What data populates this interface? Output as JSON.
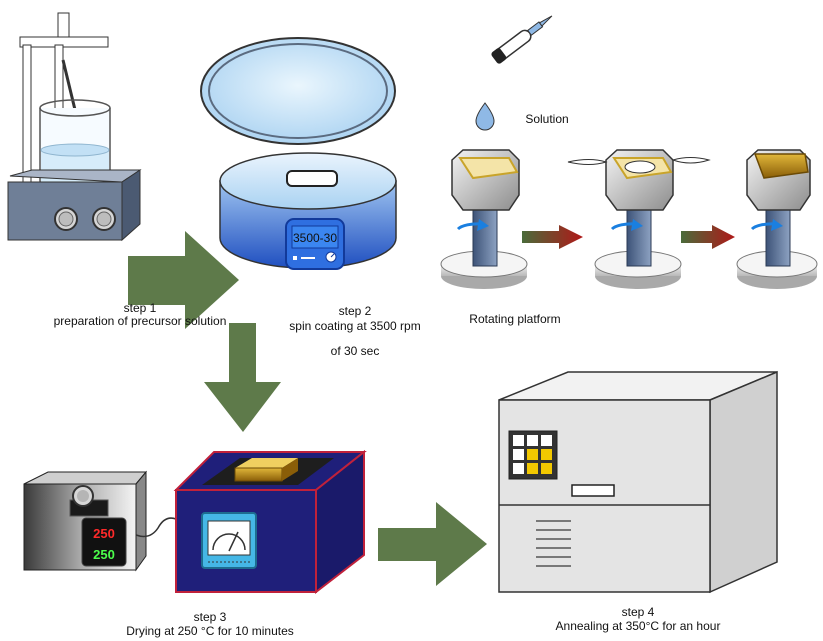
{
  "colors": {
    "arrow_green": "#5e7a4a",
    "beaker_base": "#6f7f97",
    "spin_blue": "#2f5ec8",
    "drying_box": "#1f1f7a",
    "drying_border": "#c0213b",
    "gold": "#b8860b",
    "furnace_grey": "#e2e2e2",
    "led_red": "#ff2a2a",
    "led_green": "#4cff4c",
    "keypad_yellow": "#f2c800"
  },
  "icons": {
    "hotplate_stirrer": "magnetic-stirrer-beaker",
    "spin_coater": "spin-coater",
    "dropper": "pipette-dropper-icon",
    "droplet": "droplet-icon",
    "dial_meter": "analog-meter-icon",
    "furnace": "annealing-furnace"
  },
  "diagram": {
    "spin_display": "3500-30",
    "solution_label": "Solution",
    "platform_label": "Rotating platform",
    "controller_top": "250",
    "controller_bottom": "250",
    "step1": {
      "title": "step 1",
      "desc": "preparation of precursor solution"
    },
    "step2": {
      "title": "step 2",
      "desc": "spin coating at  3500 rpm",
      "desc2": "of 30 sec"
    },
    "step3": {
      "title": "step 3",
      "desc": "Drying at  250 °C for 10 minutes"
    },
    "step4": {
      "title": "step 4",
      "desc": "Annealing at  350°C for an hour"
    }
  }
}
